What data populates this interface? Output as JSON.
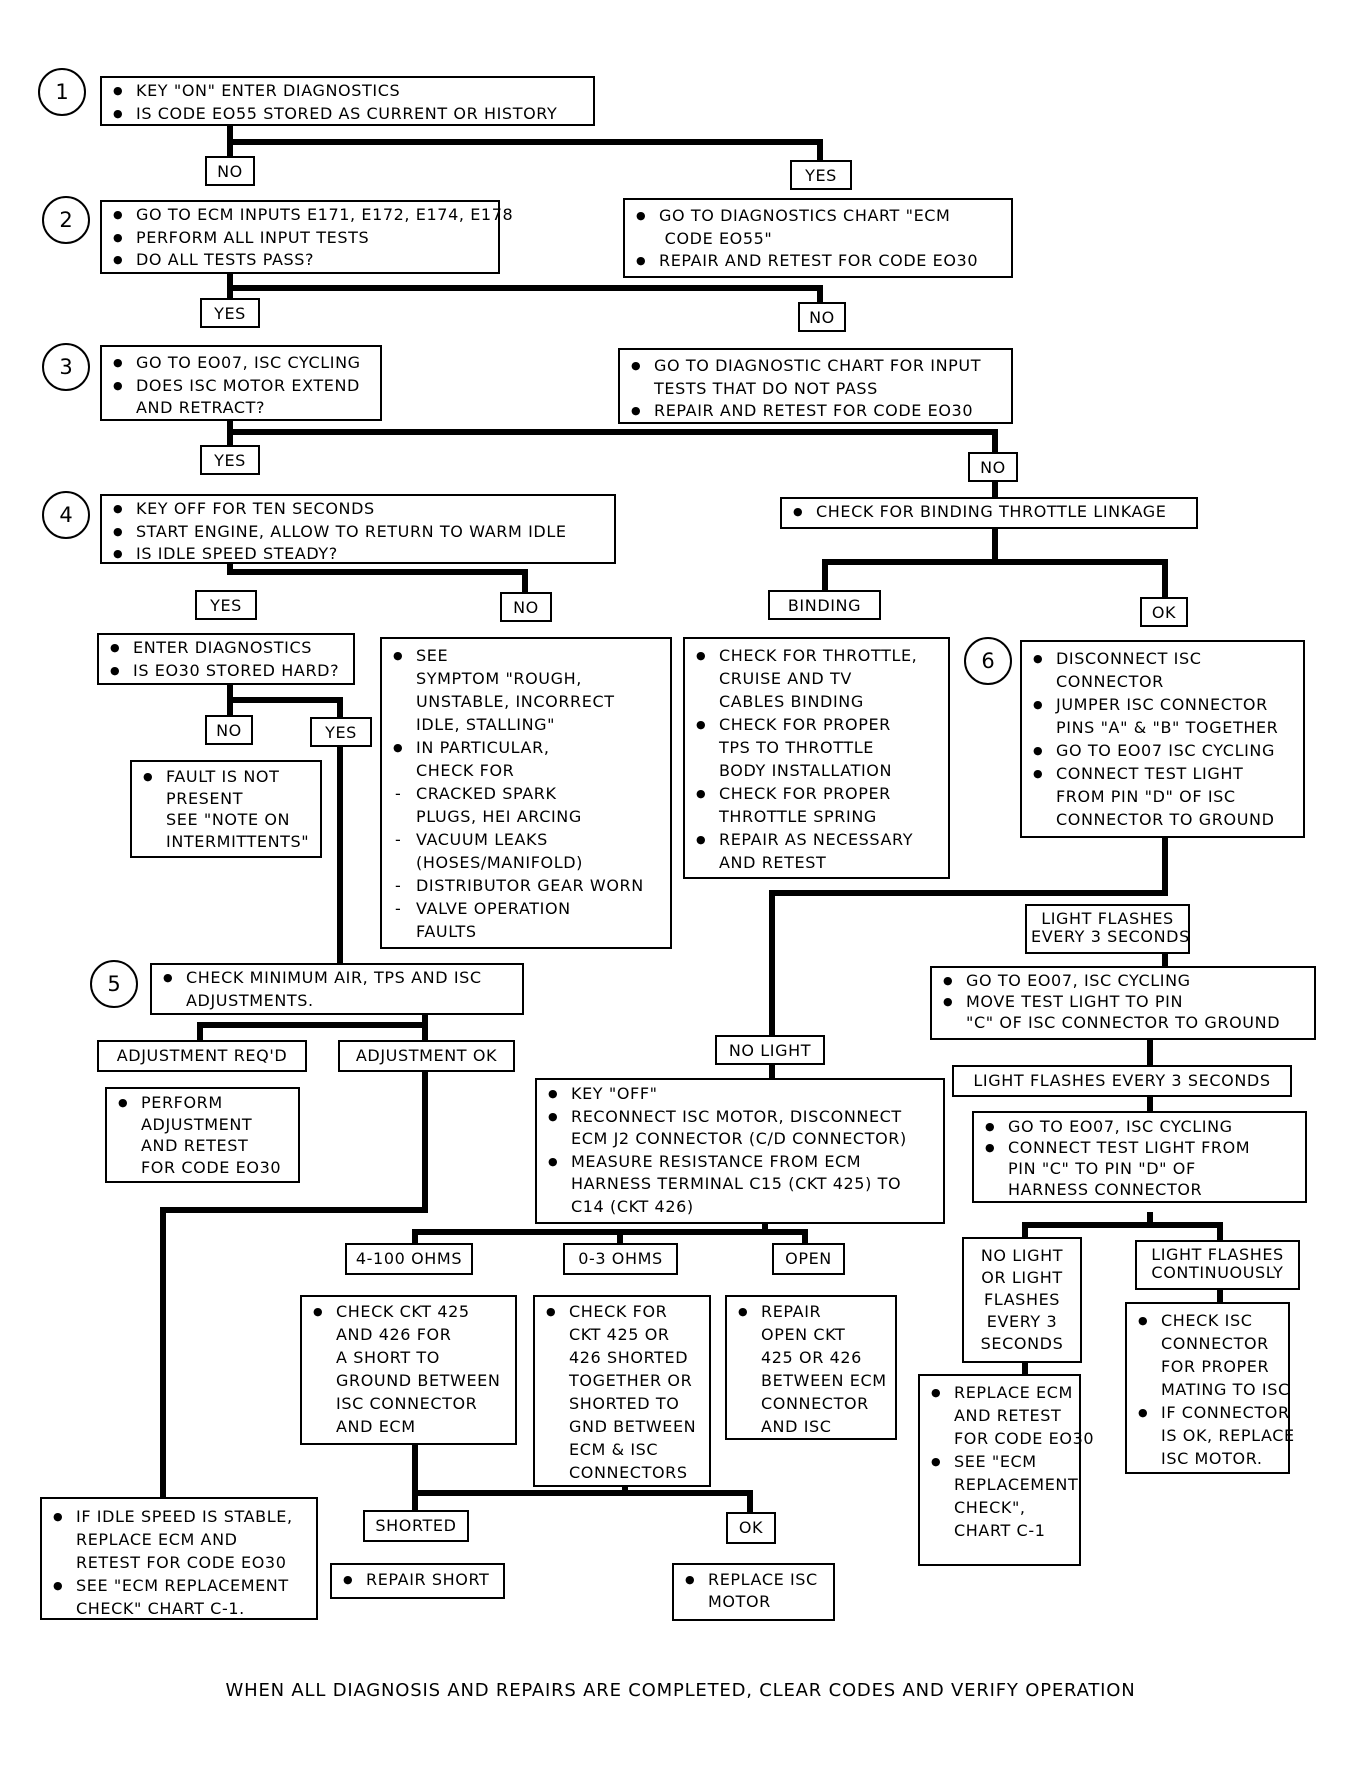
{
  "steps": {
    "s1": "1",
    "s2": "2",
    "s3": "3",
    "s4": "4",
    "s5": "5",
    "s6": "6"
  },
  "boxes": {
    "b1": [
      "KEY \"ON\" ENTER DIAGNOSTICS",
      "IS CODE EO55 STORED AS CURRENT OR HISTORY"
    ],
    "b2": [
      "GO TO ECM INPUTS E171, E172, E174, E178",
      "PERFORM ALL INPUT TESTS",
      "DO ALL TESTS PASS?"
    ],
    "b_yes1": [
      "GO TO DIAGNOSTICS CHART \"ECM\n CODE EO55\"",
      "REPAIR AND RETEST FOR CODE EO30"
    ],
    "b3": [
      "GO TO EO07, ISC CYCLING",
      "DOES ISC MOTOR EXTEND\nAND RETRACT?"
    ],
    "b_no2": [
      "GO TO DIAGNOSTIC CHART FOR INPUT\nTESTS THAT DO NOT PASS",
      "REPAIR AND RETEST FOR CODE EO30"
    ],
    "b4": [
      "KEY OFF FOR TEN SECONDS",
      "START ENGINE, ALLOW TO RETURN TO WARM IDLE",
      "IS IDLE SPEED STEADY?"
    ],
    "b_throttle": [
      "CHECK FOR BINDING THROTTLE LINKAGE"
    ],
    "b_enter": [
      "ENTER DIAGNOSTICS",
      "IS EO30 STORED HARD?"
    ],
    "b_symptom": {
      "l1": "SEE\nSYMPTOM \"ROUGH,\nUNSTABLE, INCORRECT\nIDLE, STALLING\"",
      "l2": "IN PARTICULAR,\nCHECK FOR",
      "d1": "CRACKED SPARK\nPLUGS, HEI ARCING",
      "d2": "VACUUM LEAKS\n(HOSES/MANIFOLD)",
      "d3": "DISTRIBUTOR GEAR WORN",
      "d4": "VALVE OPERATION\nFAULTS"
    },
    "b_fault": [
      "FAULT IS NOT\nPRESENT\nSEE \"NOTE ON\nINTERMITTENTS\""
    ],
    "b_binding": [
      "CHECK FOR THROTTLE,\nCRUISE AND TV\nCABLES BINDING",
      "CHECK FOR PROPER\nTPS TO THROTTLE\nBODY INSTALLATION",
      "CHECK FOR PROPER\nTHROTTLE SPRING",
      "REPAIR AS NECESSARY\nAND RETEST"
    ],
    "b6": [
      "DISCONNECT ISC\nCONNECTOR",
      "JUMPER ISC CONNECTOR\nPINS \"A\" & \"B\" TOGETHER",
      "GO TO EO07 ISC CYCLING",
      "CONNECT TEST LIGHT\nFROM PIN \"D\" OF ISC\nCONNECTOR TO GROUND"
    ],
    "b5": [
      "CHECK MINIMUM AIR, TPS AND ISC\nADJUSTMENTS."
    ],
    "b_pin_c": [
      "GO TO EO07, ISC CYCLING",
      "MOVE TEST LIGHT TO PIN\n\"C\" OF ISC CONNECTOR TO GROUND"
    ],
    "b_perform": [
      "PERFORM\nADJUSTMENT\nAND RETEST\nFOR CODE EO30"
    ],
    "b_key_off": [
      "KEY \"OFF\"",
      "RECONNECT ISC MOTOR, DISCONNECT\nECM J2 CONNECTOR (C/D CONNECTOR)",
      "MEASURE RESISTANCE FROM ECM\nHARNESS TERMINAL C15 (CKT 425) TO\nC14 (CKT 426)"
    ],
    "b_harness": [
      "GO TO EO07, ISC CYCLING",
      "CONNECT TEST LIGHT FROM\nPIN \"C\" TO PIN \"D\" OF\nHARNESS CONNECTOR"
    ],
    "b_4_100": [
      "CHECK CKT 425\nAND 426 FOR\nA SHORT TO\nGROUND BETWEEN\nISC CONNECTOR\nAND ECM"
    ],
    "b_0_3": [
      "CHECK FOR\nCKT 425 OR\n426 SHORTED\nTOGETHER OR\nSHORTED TO\nGND BETWEEN\nECM & ISC\nCONNECTORS"
    ],
    "b_open": [
      "REPAIR\nOPEN CKT\n425 OR 426\nBETWEEN ECM\nCONNECTOR\nAND ISC"
    ],
    "b_replace_ecm": [
      "REPLACE ECM\nAND RETEST\nFOR CODE EO30",
      "SEE \"ECM\nREPLACEMENT\nCHECK\",\nCHART C-1"
    ],
    "b_check_isc": [
      "CHECK ISC\nCONNECTOR\nFOR PROPER\nMATING TO ISC",
      "IF CONNECTOR\nIS OK, REPLACE\nISC MOTOR."
    ],
    "b_idle_stable": [
      "IF IDLE SPEED IS STABLE,\nREPLACE ECM AND\nRETEST FOR CODE EO30",
      "SEE \"ECM REPLACEMENT\nCHECK\" CHART C-1."
    ],
    "b_repair_short": [
      "REPAIR SHORT"
    ],
    "b_replace_isc": [
      "REPLACE ISC\nMOTOR"
    ]
  },
  "labels": {
    "no1": "NO",
    "yes1": "YES",
    "yes2": "YES",
    "no2": "NO",
    "yes3": "YES",
    "no3": "NO",
    "yes4": "YES",
    "no4": "NO",
    "binding": "BINDING",
    "ok6": "OK",
    "no5": "NO",
    "yes5": "YES",
    "flashes1": "LIGHT FLASHES\nEVERY 3 SECONDS",
    "adj_req": "ADJUSTMENT REQ'D",
    "adj_ok": "ADJUSTMENT OK",
    "no_light": "NO LIGHT",
    "flashes2": "LIGHT FLASHES EVERY 3 SECONDS",
    "ohms_4_100": "4-100 OHMS",
    "ohms_0_3": "0-3 OHMS",
    "open": "OPEN",
    "no_light_or": "NO LIGHT\nOR LIGHT\nFLASHES\nEVERY 3\nSECONDS",
    "flashes_cont": "LIGHT FLASHES\nCONTINUOUSLY",
    "shorted": "SHORTED",
    "ok_final": "OK"
  },
  "footer": "WHEN ALL DIAGNOSIS AND REPAIRS ARE COMPLETED, CLEAR CODES AND VERIFY OPERATION"
}
